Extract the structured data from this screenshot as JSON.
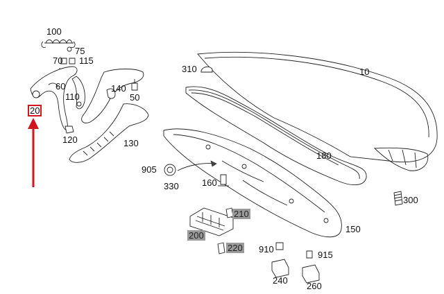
{
  "labels": {
    "l10": "10",
    "l20": "20",
    "l50": "50",
    "l60": "60",
    "l70": "70",
    "l75": "75",
    "l100": "100",
    "l110": "110",
    "l115": "115",
    "l120": "120",
    "l130": "130",
    "l140": "140",
    "l150": "150",
    "l160": "160",
    "l180": "180",
    "l200": "200",
    "l210": "210",
    "l220": "220",
    "l240": "240",
    "l260": "260",
    "l300": "300",
    "l310": "310",
    "l330": "330",
    "l905": "905",
    "l910": "910",
    "l915": "915"
  },
  "colors": {
    "accent_arrow": "#d2141c",
    "highlight_label_bg": "#9a9a9a",
    "line": "#222222"
  }
}
